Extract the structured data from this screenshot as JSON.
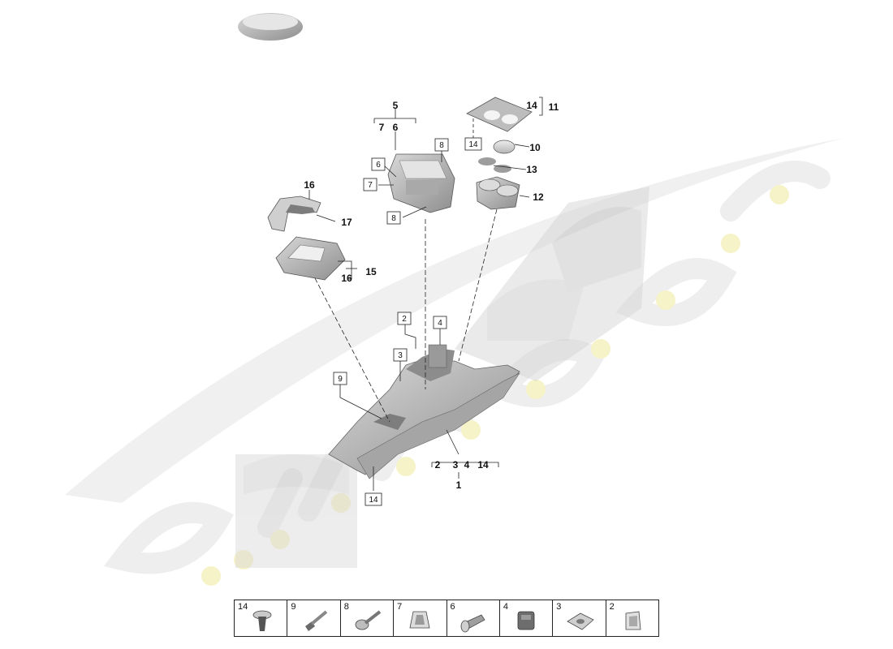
{
  "callouts": {
    "c1": "1",
    "c2": "2",
    "c3": "3",
    "c4": "4",
    "c14": "14",
    "c5": "5",
    "c6": "6",
    "c7": "7",
    "c10": "10",
    "c11": "11",
    "c12": "12",
    "c13": "13",
    "c14b": "14",
    "c15": "15",
    "c16": "16",
    "c16b": "16",
    "c17": "17"
  },
  "boxed_labels": {
    "b2": "2",
    "b3": "3",
    "b4": "4",
    "b9": "9",
    "b14": "14",
    "b6": "6",
    "b7": "7",
    "b8a": "8",
    "b8b": "8",
    "b14b": "14"
  },
  "legend": [
    {
      "number": "14",
      "icon": "push-rivet-icon"
    },
    {
      "number": "9",
      "icon": "bolt-icon"
    },
    {
      "number": "8",
      "icon": "screw-icon"
    },
    {
      "number": "7",
      "icon": "clip-icon"
    },
    {
      "number": "6",
      "icon": "expanding-rivet-icon"
    },
    {
      "number": "4",
      "icon": "spring-nut-icon"
    },
    {
      "number": "3",
      "icon": "retaining-clip-icon"
    },
    {
      "number": "2",
      "icon": "bracket-clip-icon"
    }
  ]
}
